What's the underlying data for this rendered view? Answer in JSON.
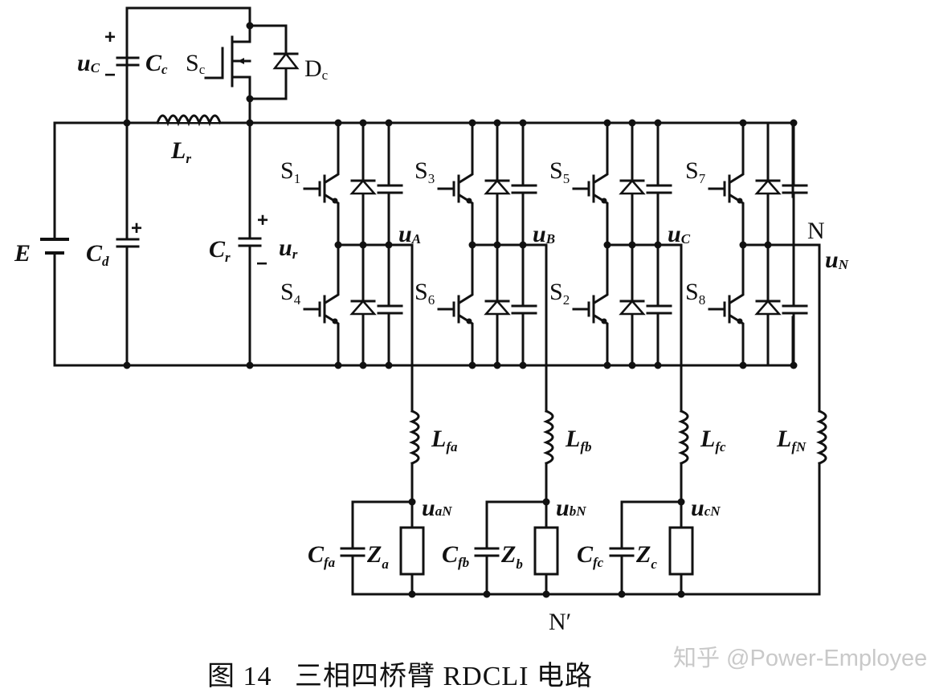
{
  "figure": {
    "caption": "图 14   三相四桥臂 RDCLI 电路",
    "watermark": "知乎 @Power-Employee"
  },
  "labels": {
    "source": {
      "main": "E",
      "sub": ""
    },
    "dc_cap": {
      "main": "C",
      "sub": "d"
    },
    "resonant_cap": {
      "main": "C",
      "sub": "r"
    },
    "resonant_voltage": {
      "main": "u",
      "sub": "r"
    },
    "resonant_inductor": {
      "main": "L",
      "sub": "r"
    },
    "clamp_cap": {
      "main": "C",
      "sub": "c"
    },
    "clamp_voltage": {
      "main": "u",
      "sub": "C"
    },
    "clamp_switch": {
      "main": "S",
      "sub": "c"
    },
    "clamp_diode": {
      "main": "D",
      "sub": "c"
    },
    "plus": "+",
    "minus": "−",
    "neutral_node": "N",
    "load_neutral": "N′"
  },
  "legs": [
    {
      "upper": "1",
      "lower": "4",
      "out": {
        "main": "u",
        "sub": "A"
      },
      "filter_L": {
        "main": "L",
        "sub": "fa"
      },
      "filter_C": {
        "main": "C",
        "sub": "fa"
      },
      "load": {
        "main": "Z",
        "sub": "a"
      },
      "load_v": {
        "main": "u",
        "sub": "aN"
      }
    },
    {
      "upper": "3",
      "lower": "6",
      "out": {
        "main": "u",
        "sub": "B"
      },
      "filter_L": {
        "main": "L",
        "sub": "fb"
      },
      "filter_C": {
        "main": "C",
        "sub": "fb"
      },
      "load": {
        "main": "Z",
        "sub": "b"
      },
      "load_v": {
        "main": "u",
        "sub": "bN"
      }
    },
    {
      "upper": "5",
      "lower": "2",
      "out": {
        "main": "u",
        "sub": "C"
      },
      "filter_L": {
        "main": "L",
        "sub": "fc"
      },
      "filter_C": {
        "main": "C",
        "sub": "fc"
      },
      "load": {
        "main": "Z",
        "sub": "c"
      },
      "load_v": {
        "main": "u",
        "sub": "cN"
      }
    },
    {
      "upper": "7",
      "lower": "8",
      "out": {
        "main": "u",
        "sub": "N"
      },
      "filter_L": {
        "main": "L",
        "sub": "fN"
      }
    }
  ],
  "switch_prefix": "S"
}
